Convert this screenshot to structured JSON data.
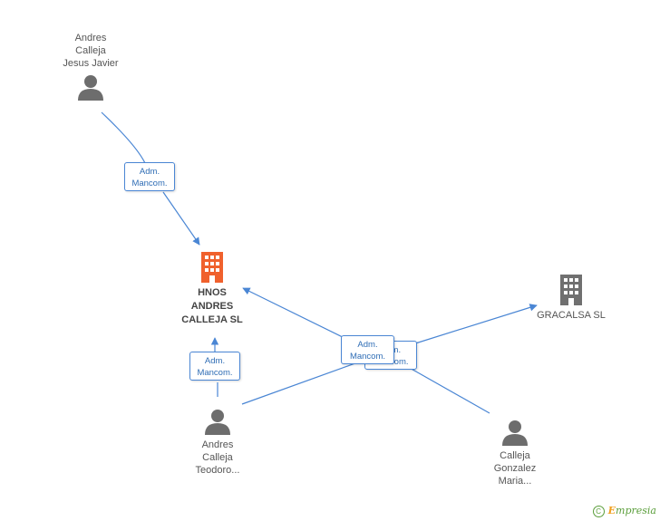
{
  "nodes": {
    "person_jesus": {
      "line1": "Andres",
      "line2": "Calleja",
      "line3": "Jesus Javier"
    },
    "company_main": {
      "line1": "HNOS",
      "line2": "ANDRES",
      "line3": "CALLEJA SL"
    },
    "company_gracalsa": {
      "line1": "GRACALSA SL"
    },
    "person_teodoro": {
      "line1": "Andres",
      "line2": "Calleja",
      "line3": "Teodoro..."
    },
    "person_maria": {
      "line1": "Calleja",
      "line2": "Gonzalez",
      "line3": "Maria..."
    }
  },
  "roles": {
    "r1": {
      "line1": "Adm.",
      "line2": "Mancom."
    },
    "r2": {
      "line1": "Adm.",
      "line2": "Mancom."
    },
    "r3_back": {
      "line1": "Adm.",
      "line2": "Mancom."
    },
    "r3_front": {
      "line1": "Adm.",
      "line2": "Mancom."
    }
  },
  "footer": {
    "symbol": "C",
    "brand_first": "E",
    "brand_rest": "mpresia"
  },
  "colors": {
    "edge": "#4a86d4",
    "company_main": "#f0612d",
    "company_other": "#707070",
    "person": "#6d6d6d"
  }
}
